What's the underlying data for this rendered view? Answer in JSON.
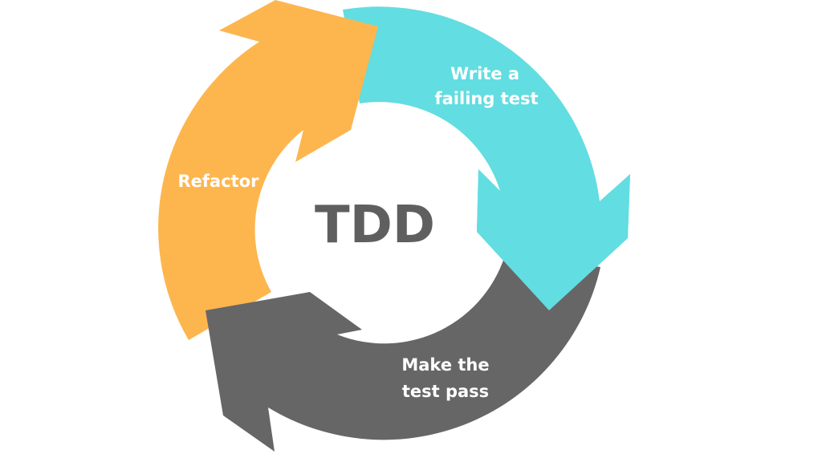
{
  "title": "TDD",
  "colors": {
    "write": "#62dde1",
    "pass": "#666666",
    "refactor": "#fdb64e",
    "center_text": "#5f5f5f"
  },
  "steps": [
    {
      "name": "write",
      "lines": [
        "Write a",
        "failing test"
      ]
    },
    {
      "name": "pass",
      "lines": [
        "Make the",
        "test pass"
      ]
    },
    {
      "name": "refactor",
      "lines": [
        "Refactor"
      ]
    }
  ]
}
